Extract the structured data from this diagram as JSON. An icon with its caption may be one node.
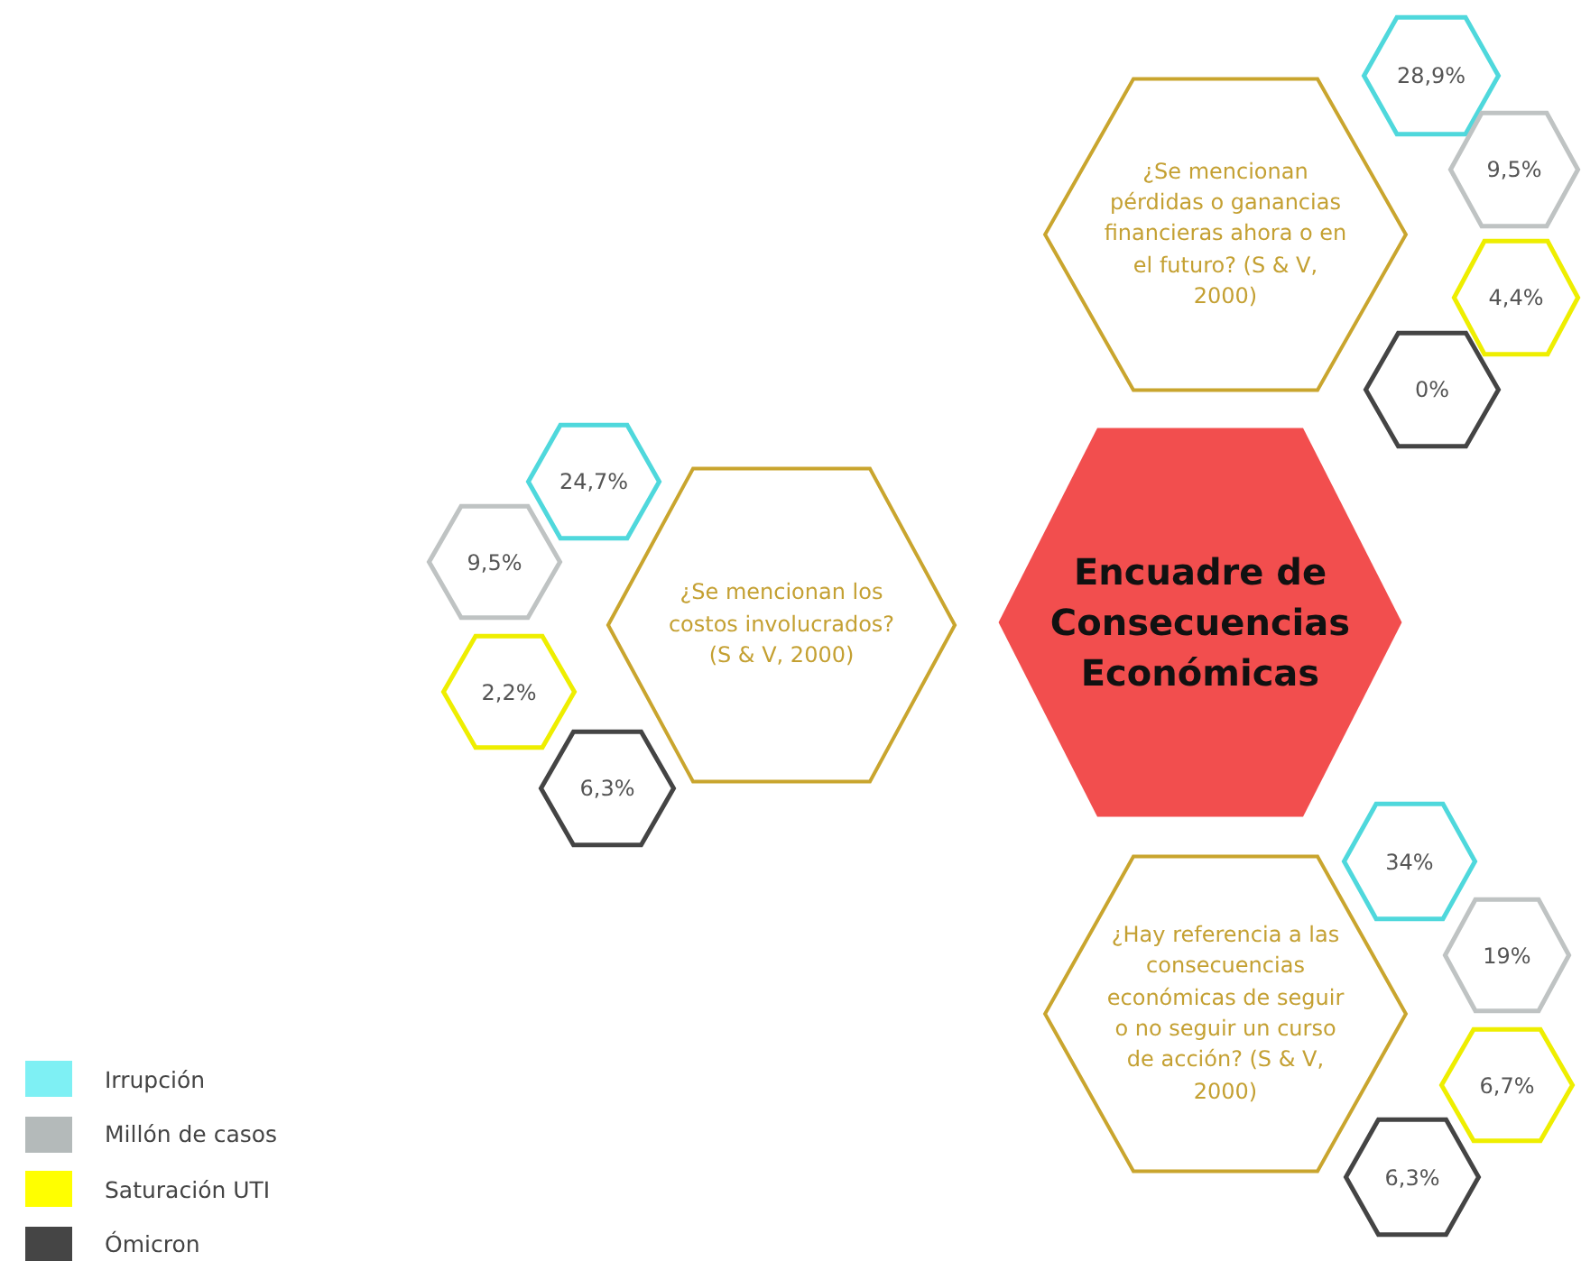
{
  "diagram": {
    "nodes": [
      {
        "text": [
          "28,9%"
        ]
      },
      {
        "text": [
          "¿Se mencionan pérdidas o ganancias financieras ahora o en el futuro? (S & V, 2000)"
        ]
      },
      {
        "text": [
          "9,5%"
        ]
      },
      {
        "text": [
          "4,4%"
        ]
      },
      {
        "text": [
          "0%"
        ]
      },
      {
        "text": [
          "Encuadre de Consecuencias Económicas"
        ]
      },
      {
        "text": [
          "24,7%"
        ]
      },
      {
        "text": [
          "9,5%"
        ]
      },
      {
        "text": [
          "¿Se mencionan los costos involucrados? (S & V,  2000)"
        ]
      },
      {
        "text": [
          "2,2%"
        ]
      },
      {
        "text": [
          "6,3%"
        ]
      },
      {
        "text": [
          "34%"
        ]
      },
      {
        "text": [
          "¿Hay referencia a las consecuencias económicas de seguir o no seguir un curso de acción? (S & V, 2000)"
        ]
      },
      {
        "text": [
          "19%"
        ]
      },
      {
        "text": [
          "6,7%"
        ]
      },
      {
        "text": [
          "6,3%"
        ]
      }
    ],
    "legend": [
      {
        "text": "Irrupción",
        "color": "#7ef0f4"
      },
      {
        "text": "Millón de casos",
        "color": "#b4baba"
      },
      {
        "text": "Saturación UTI",
        "color": "#ffff00"
      },
      {
        "text": "Ómicron",
        "color": "#454545"
      }
    ]
  }
}
